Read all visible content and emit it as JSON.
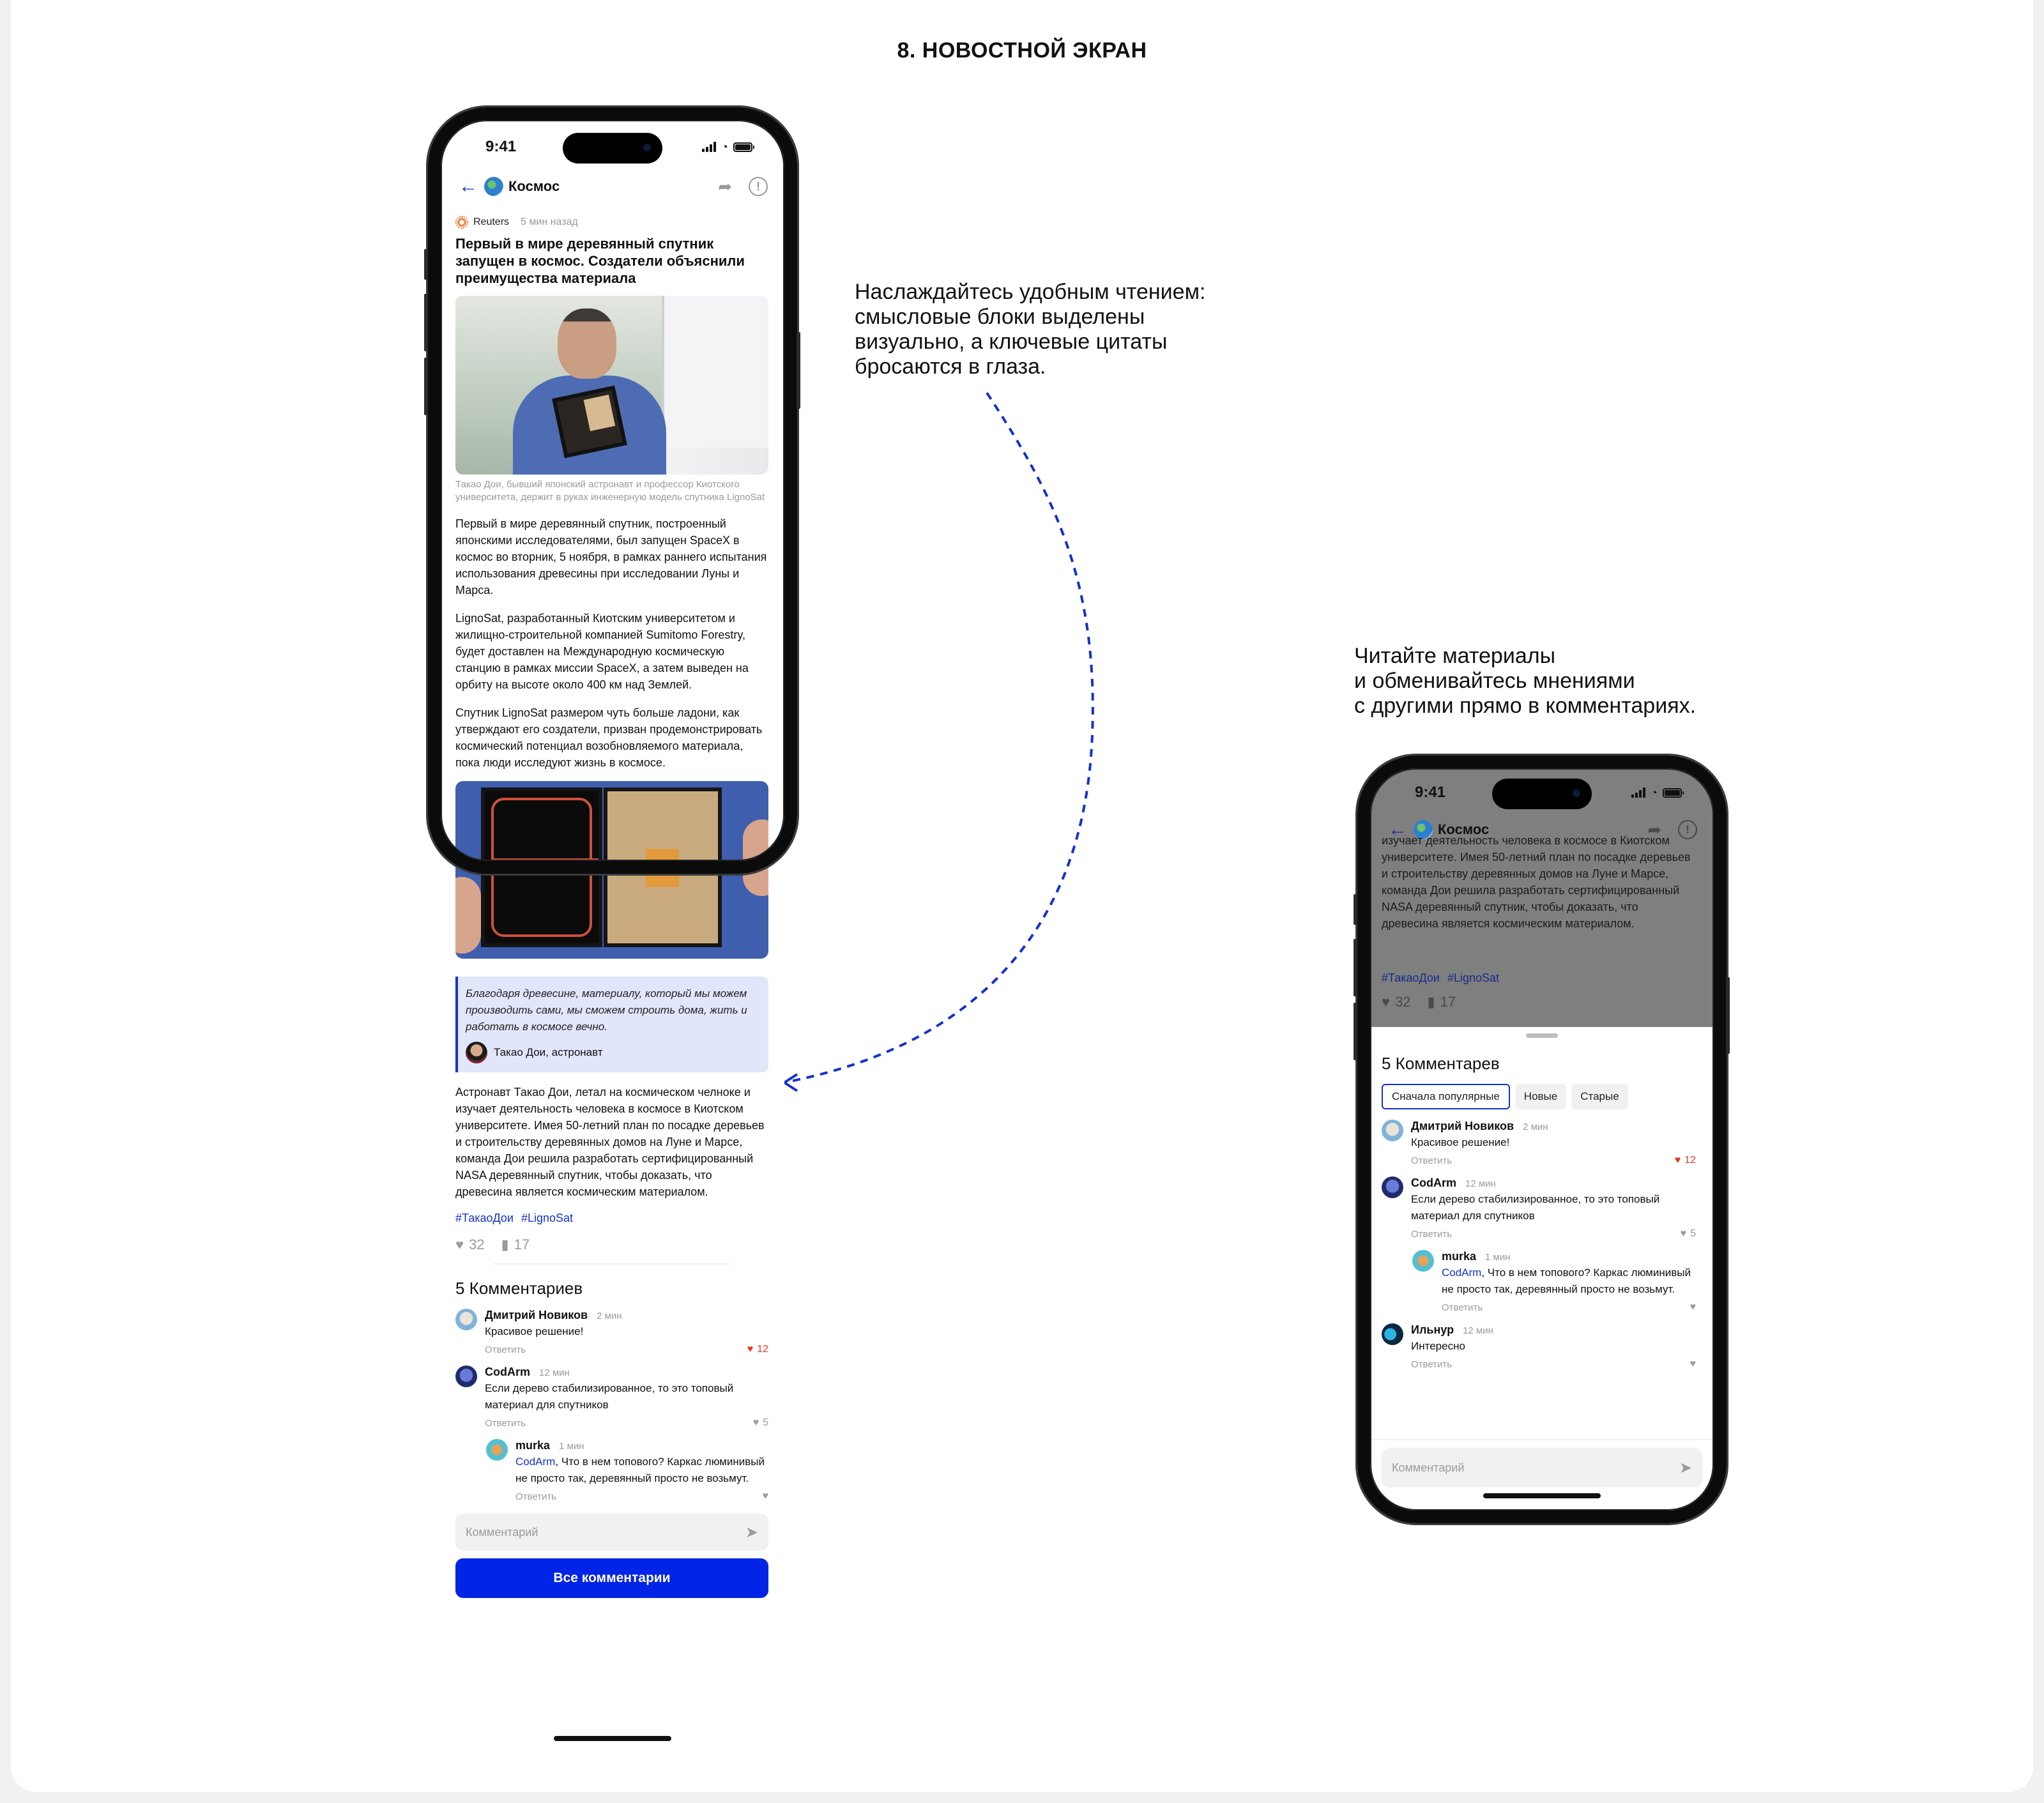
{
  "page": {
    "title": "8. НОВОСТНОЙ ЭКРАН",
    "annotations": [
      "Наслаждайтесь удобным чтением:\nсмысловые блоки выделены\nвизуально, а ключевые цитаты\nбросаются в глаза.",
      "Читайте материалы\nи обменивайтесь мнениями\nс другими прямо в комментариях."
    ],
    "colors": {
      "accent": "#0124e6",
      "link": "#1432cc",
      "quote_bg": "#e2e6fb",
      "like_active": "#e8381b",
      "muted": "#9a9a9a"
    }
  },
  "status_bar": {
    "time": "9:41",
    "icons": [
      "signal-icon",
      "wifi-icon",
      "battery-icon"
    ]
  },
  "nav": {
    "back_icon": "arrow-left-icon",
    "channel_icon": "globe-icon",
    "channel": "Космос",
    "share_icon": "share-icon",
    "report_icon": "report-icon"
  },
  "article": {
    "source": "Reuters",
    "time": "5 мин назад",
    "headline": "Первый в мире деревянный спутник запущен в космос. Создатели объяснили преимущества материала",
    "image_caption": "Такао Дои, бывший японский астронавт и профессор Киотского университета, держит в руках инженерную модель спутника LignoSat",
    "paragraphs": [
      "Первый в мире деревянный спутник, построенный японскими исследователями, был запущен SpaceX в космос во вторник, 5 ноября, в рамках раннего испытания использования древесины при исследовании Луны и Марса.",
      "LignoSat, разработанный Киотским университетом и жилищно-строительной компанией Sumitomo Forestry, будет доставлен на Международную космическую станцию в рамках миссии SpaceX, а затем выведен на орбиту на высоте около 400 км над Землей.",
      "Спутник LignoSat размером чуть больше ладони, как утверждают его создатели, призван продемонстрировать космический потенциал возобновляемого материала, пока люди исследуют жизнь в космосе."
    ],
    "quote": {
      "text": "Благодаря древесине, материалу, который мы можем производить сами, мы сможем строить дома, жить и работать в космосе вечно.",
      "author": "Такао Дои, астронавт"
    },
    "paragraph_after_quote": "Астронавт Такао Дои, летал на космическом челноке и изучает деятельность человека в космосе в Киотском университете. Имея 50-летний план по посадке деревьев и строительству деревянных домов на Луне и Марсе, команда Дои решила разработать сертифицированный NASA деревянный спутник, чтобы доказать, что древесина является космическим материалом.",
    "tags": [
      "#ТакаоДои",
      "#LignoSat"
    ],
    "likes": "32",
    "bookmarks": "17"
  },
  "comments": {
    "title": "5 Комментариев",
    "sheet_title": "5 Комментарев",
    "sort_options": [
      "Сначала популярные",
      "Новые",
      "Старые"
    ],
    "sort_selected": "Сначала популярные",
    "reply_label": "Ответить",
    "items": [
      {
        "author": "Дмитрий Новиков",
        "time": "2 мин",
        "text": "Красивое решение!",
        "likes": "12",
        "liked": true
      },
      {
        "author": "CodArm",
        "time": "12 мин",
        "text": "Если дерево стабилизированное, то это топовый материал для спутников",
        "likes": "5",
        "liked": false
      },
      {
        "author": "murka",
        "time": "1 мин",
        "mention": "CodArm",
        "text": ", Что в нем топового? Каркас люминивый не просто так, деревянный просто не возьмут.",
        "likes": "",
        "liked": false,
        "is_reply": true
      },
      {
        "author": "Ильнур",
        "time": "12 мин",
        "text": "Интересно",
        "likes": "",
        "liked": false
      }
    ],
    "input_placeholder": "Комментарий",
    "all_comments_button": "Все комментарии"
  }
}
